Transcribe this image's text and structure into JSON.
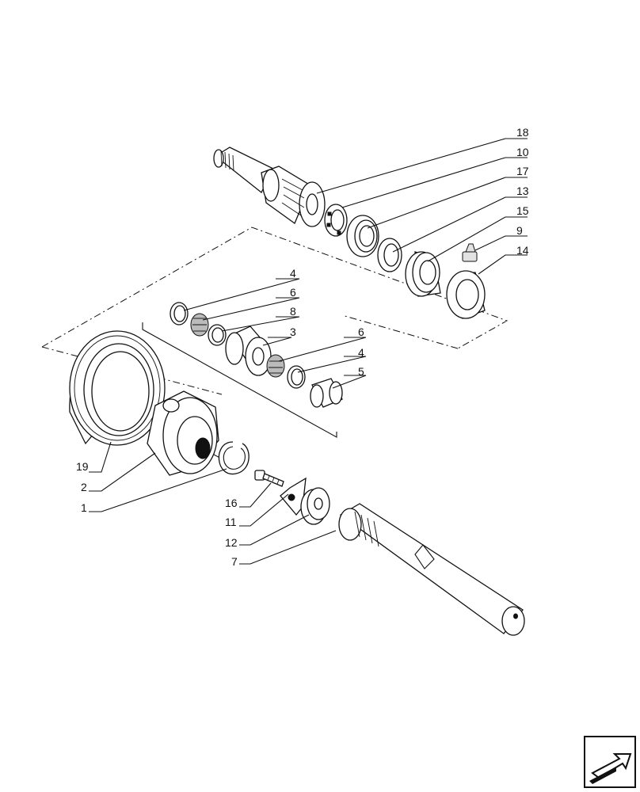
{
  "diagram": {
    "callouts": [
      "18",
      "10",
      "17",
      "13",
      "15",
      "9",
      "14",
      "4",
      "6",
      "8",
      "3",
      "6",
      "4",
      "5",
      "19",
      "2",
      "1",
      "16",
      "11",
      "12",
      "7"
    ]
  },
  "nav": {
    "icon": "next-page-arrow-icon"
  }
}
